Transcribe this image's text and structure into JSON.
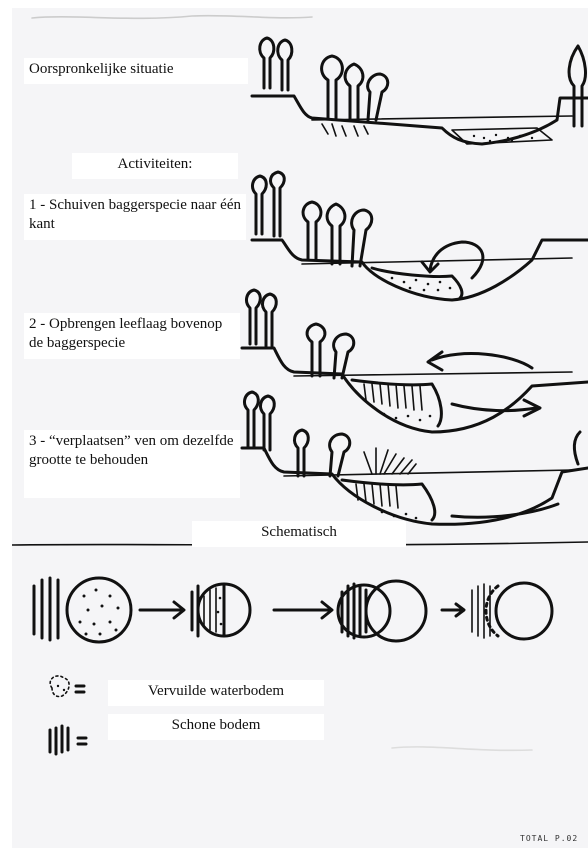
{
  "labels": {
    "original": "Oorspronkelijke situatie",
    "activities": "Activiteiten:",
    "step1": "1 - Schuiven baggerspecie naar één kant",
    "step2": "2 - Opbrengen leeflaag bovenop de baggerspecie",
    "step3": "3 - “verplaatsen” ven om dezelfde grootte te behouden",
    "schematic": "Schematisch"
  },
  "legend": [
    {
      "symbol": "dotted-circle",
      "text": "Vervuilde waterbodem"
    },
    {
      "symbol": "vertical-hatching",
      "text": "Schone bodem"
    }
  ],
  "footer": "TOTAL P.02"
}
